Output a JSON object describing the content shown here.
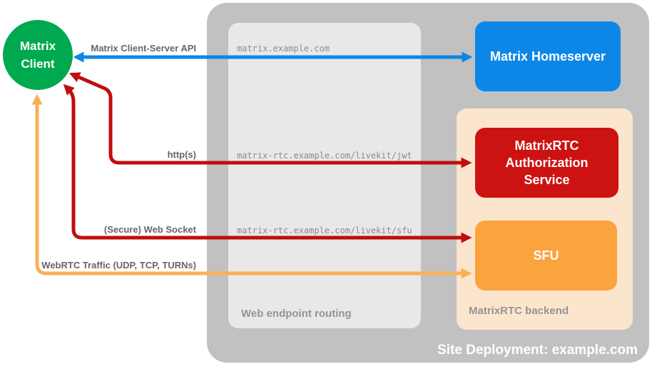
{
  "diagram": {
    "title": "Site Deployment: example.com"
  },
  "client": {
    "line1": "Matrix",
    "line2": "Client",
    "color": "#00A94F"
  },
  "containers": {
    "deployment_bg": "#C1C1C1",
    "web_routing_label": "Web endpoint routing",
    "web_routing_bg": "#E8E8E8",
    "backend_label": "MatrixRTC backend",
    "backend_bg": "#FCE5CD"
  },
  "nodes": {
    "homeserver": {
      "label": "Matrix Homeserver",
      "color": "#0C87E8"
    },
    "auth": {
      "label": "MatrixRTC Authorization Service",
      "color": "#CD1212"
    },
    "sfu": {
      "label": "SFU",
      "color": "#FBA33C"
    }
  },
  "connections": {
    "cs_api": {
      "label": "Matrix Client-Server API",
      "endpoint": "matrix.example.com",
      "color": "#0C87E8"
    },
    "http": {
      "label": "http(s)",
      "endpoint": "matrix-rtc.example.com/livekit/jwt",
      "color": "#C00D0D"
    },
    "websocket": {
      "label": "(Secure) Web Socket",
      "endpoint": "matrix-rtc.example.com/livekit/sfu",
      "color": "#C00D0D"
    },
    "webrtc": {
      "label": "WebRTC Traffic (UDP, TCP, TURNs)",
      "color": "#F9B055"
    }
  }
}
